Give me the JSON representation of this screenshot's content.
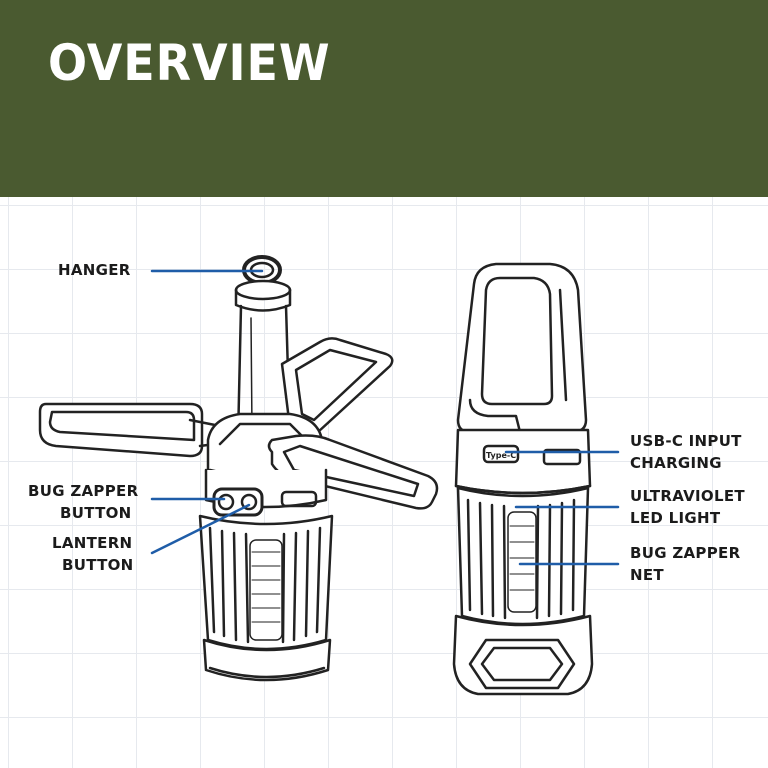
{
  "header": {
    "title": "OVERVIEW",
    "background_color": "#4a5a30"
  },
  "callouts": {
    "hanger": {
      "line1": "HANGER"
    },
    "bug_zapper_button": {
      "line1": "BUG ZAPPER",
      "line2": "BUTTON"
    },
    "lantern_button": {
      "line1": "LANTERN",
      "line2": "BUTTON"
    },
    "usb_c": {
      "line1": "USB-C INPUT",
      "line2": "CHARGING"
    },
    "uv_led": {
      "line1": "ULTRAVIOLET",
      "line2": "LED LIGHT"
    },
    "zapper_net": {
      "line1": "BUG ZAPPER",
      "line2": "NET"
    }
  },
  "device_marking": {
    "port_label": "Type-C"
  },
  "colors": {
    "leader_line": "#1f5da8",
    "outline": "#222222",
    "grid": "#e6e9ee"
  }
}
